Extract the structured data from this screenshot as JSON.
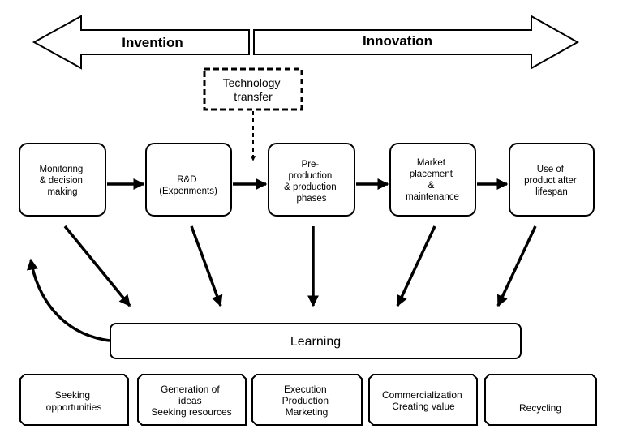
{
  "top_arrows": {
    "left": "Invention",
    "right": "Innovation"
  },
  "technology_transfer": [
    "Technology",
    "transfer"
  ],
  "stages": [
    {
      "id": "monitoring",
      "lines": [
        "Monitoring",
        "& decision",
        "making"
      ]
    },
    {
      "id": "rd",
      "lines": [
        "R&D",
        "(Experiments)"
      ]
    },
    {
      "id": "pre-production",
      "lines": [
        "Pre-",
        "production",
        "& production",
        "phases"
      ]
    },
    {
      "id": "market",
      "lines": [
        "Market",
        "placement",
        "&",
        "maintenance"
      ]
    },
    {
      "id": "use",
      "lines": [
        "Use of",
        "product after",
        "lifespan"
      ]
    }
  ],
  "learning": "Learning",
  "bottom": [
    {
      "id": "seeking",
      "lines": [
        "Seeking",
        "opportunities"
      ]
    },
    {
      "id": "generation",
      "lines": [
        "Generation of",
        "ideas",
        "Seeking resources"
      ]
    },
    {
      "id": "execution",
      "lines": [
        "Execution",
        "Production",
        "Marketing"
      ]
    },
    {
      "id": "commercialization",
      "lines": [
        "Commercialization",
        "Creating value"
      ]
    },
    {
      "id": "recycling",
      "lines": [
        "Recycling"
      ]
    }
  ]
}
